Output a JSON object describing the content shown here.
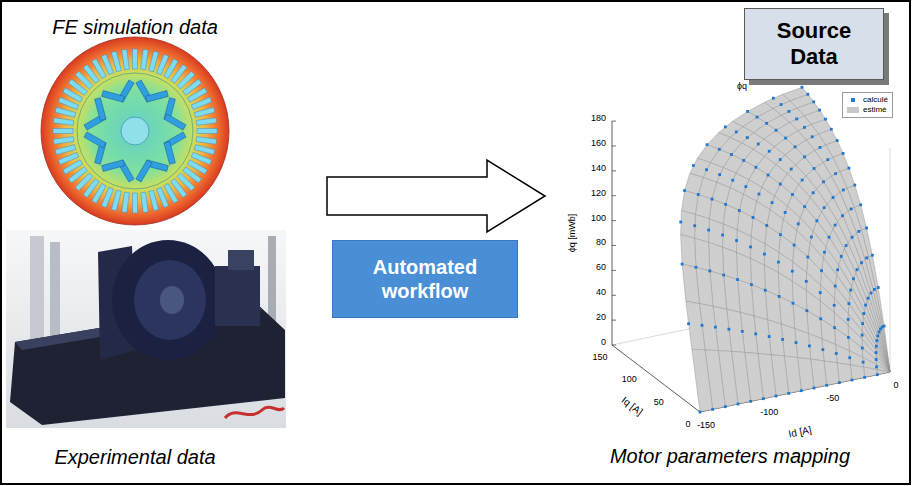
{
  "diagram": {
    "nodes": [
      {
        "text": [
          "Source Data"
        ]
      },
      {
        "text": [
          "Automated workflow"
        ]
      }
    ],
    "labels": [
      "FE simulation data",
      "Experimental data",
      "Motor parameters mapping",
      "ϕq",
      "ϕq [mWb]",
      "0",
      "20",
      "40",
      "60",
      "80",
      "100",
      "120",
      "140",
      "160",
      "180",
      "0",
      "50",
      "100",
      "150",
      "Iq [A]",
      "0",
      "-50",
      "-100",
      "-150",
      "Id [A]"
    ],
    "legend": [
      {
        "text": "calculé"
      },
      {
        "text": "estimé",
        "color": "#c8c8c8"
      }
    ]
  }
}
